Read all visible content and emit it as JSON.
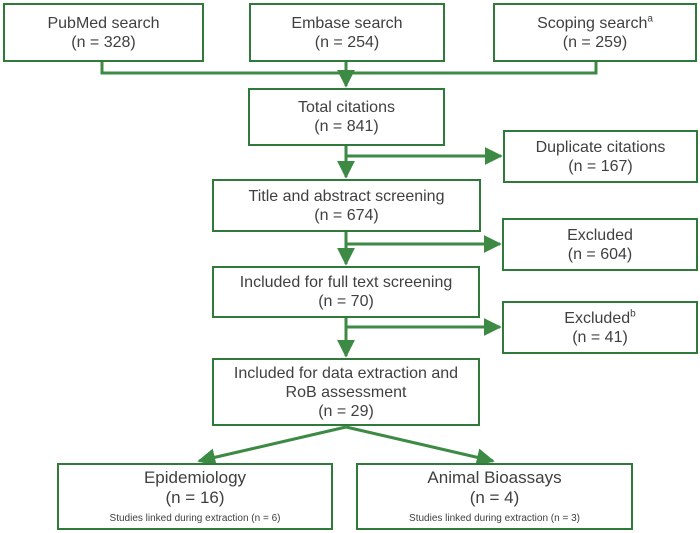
{
  "boxes": {
    "pubmed": {
      "label": "PubMed search",
      "count": "(n = 328)"
    },
    "embase": {
      "label": "Embase search",
      "count": "(n = 254)"
    },
    "scoping": {
      "label": "Scoping search",
      "sup": "a",
      "count": "(n = 259)"
    },
    "total": {
      "label": "Total citations",
      "count": "(n = 841)"
    },
    "duplicates": {
      "label": "Duplicate citations",
      "count": "(n = 167)"
    },
    "title_abstract": {
      "label": "Title and abstract screening",
      "count": "(n = 674)"
    },
    "excluded1": {
      "label": "Excluded",
      "count": "(n = 604)"
    },
    "full_text": {
      "label": "Included for full text screening",
      "count": "(n = 70)"
    },
    "excluded2": {
      "label": "Excluded",
      "sup": "b",
      "count": "(n = 41)"
    },
    "data_extraction": {
      "label_line1": "Included for data extraction and",
      "label_line2": "RoB assessment",
      "count": "(n = 29)"
    },
    "epidemiology": {
      "label": "Epidemiology",
      "count": "(n = 16)",
      "note": "Studies linked during extraction (n = 6)"
    },
    "animal": {
      "label": "Animal Bioassays",
      "count": "(n = 4)",
      "note": "Studies linked during extraction (n = 3)"
    }
  },
  "colors": {
    "border": "#2f7a3a",
    "connector": "#3d8a45",
    "text": "#404040"
  }
}
